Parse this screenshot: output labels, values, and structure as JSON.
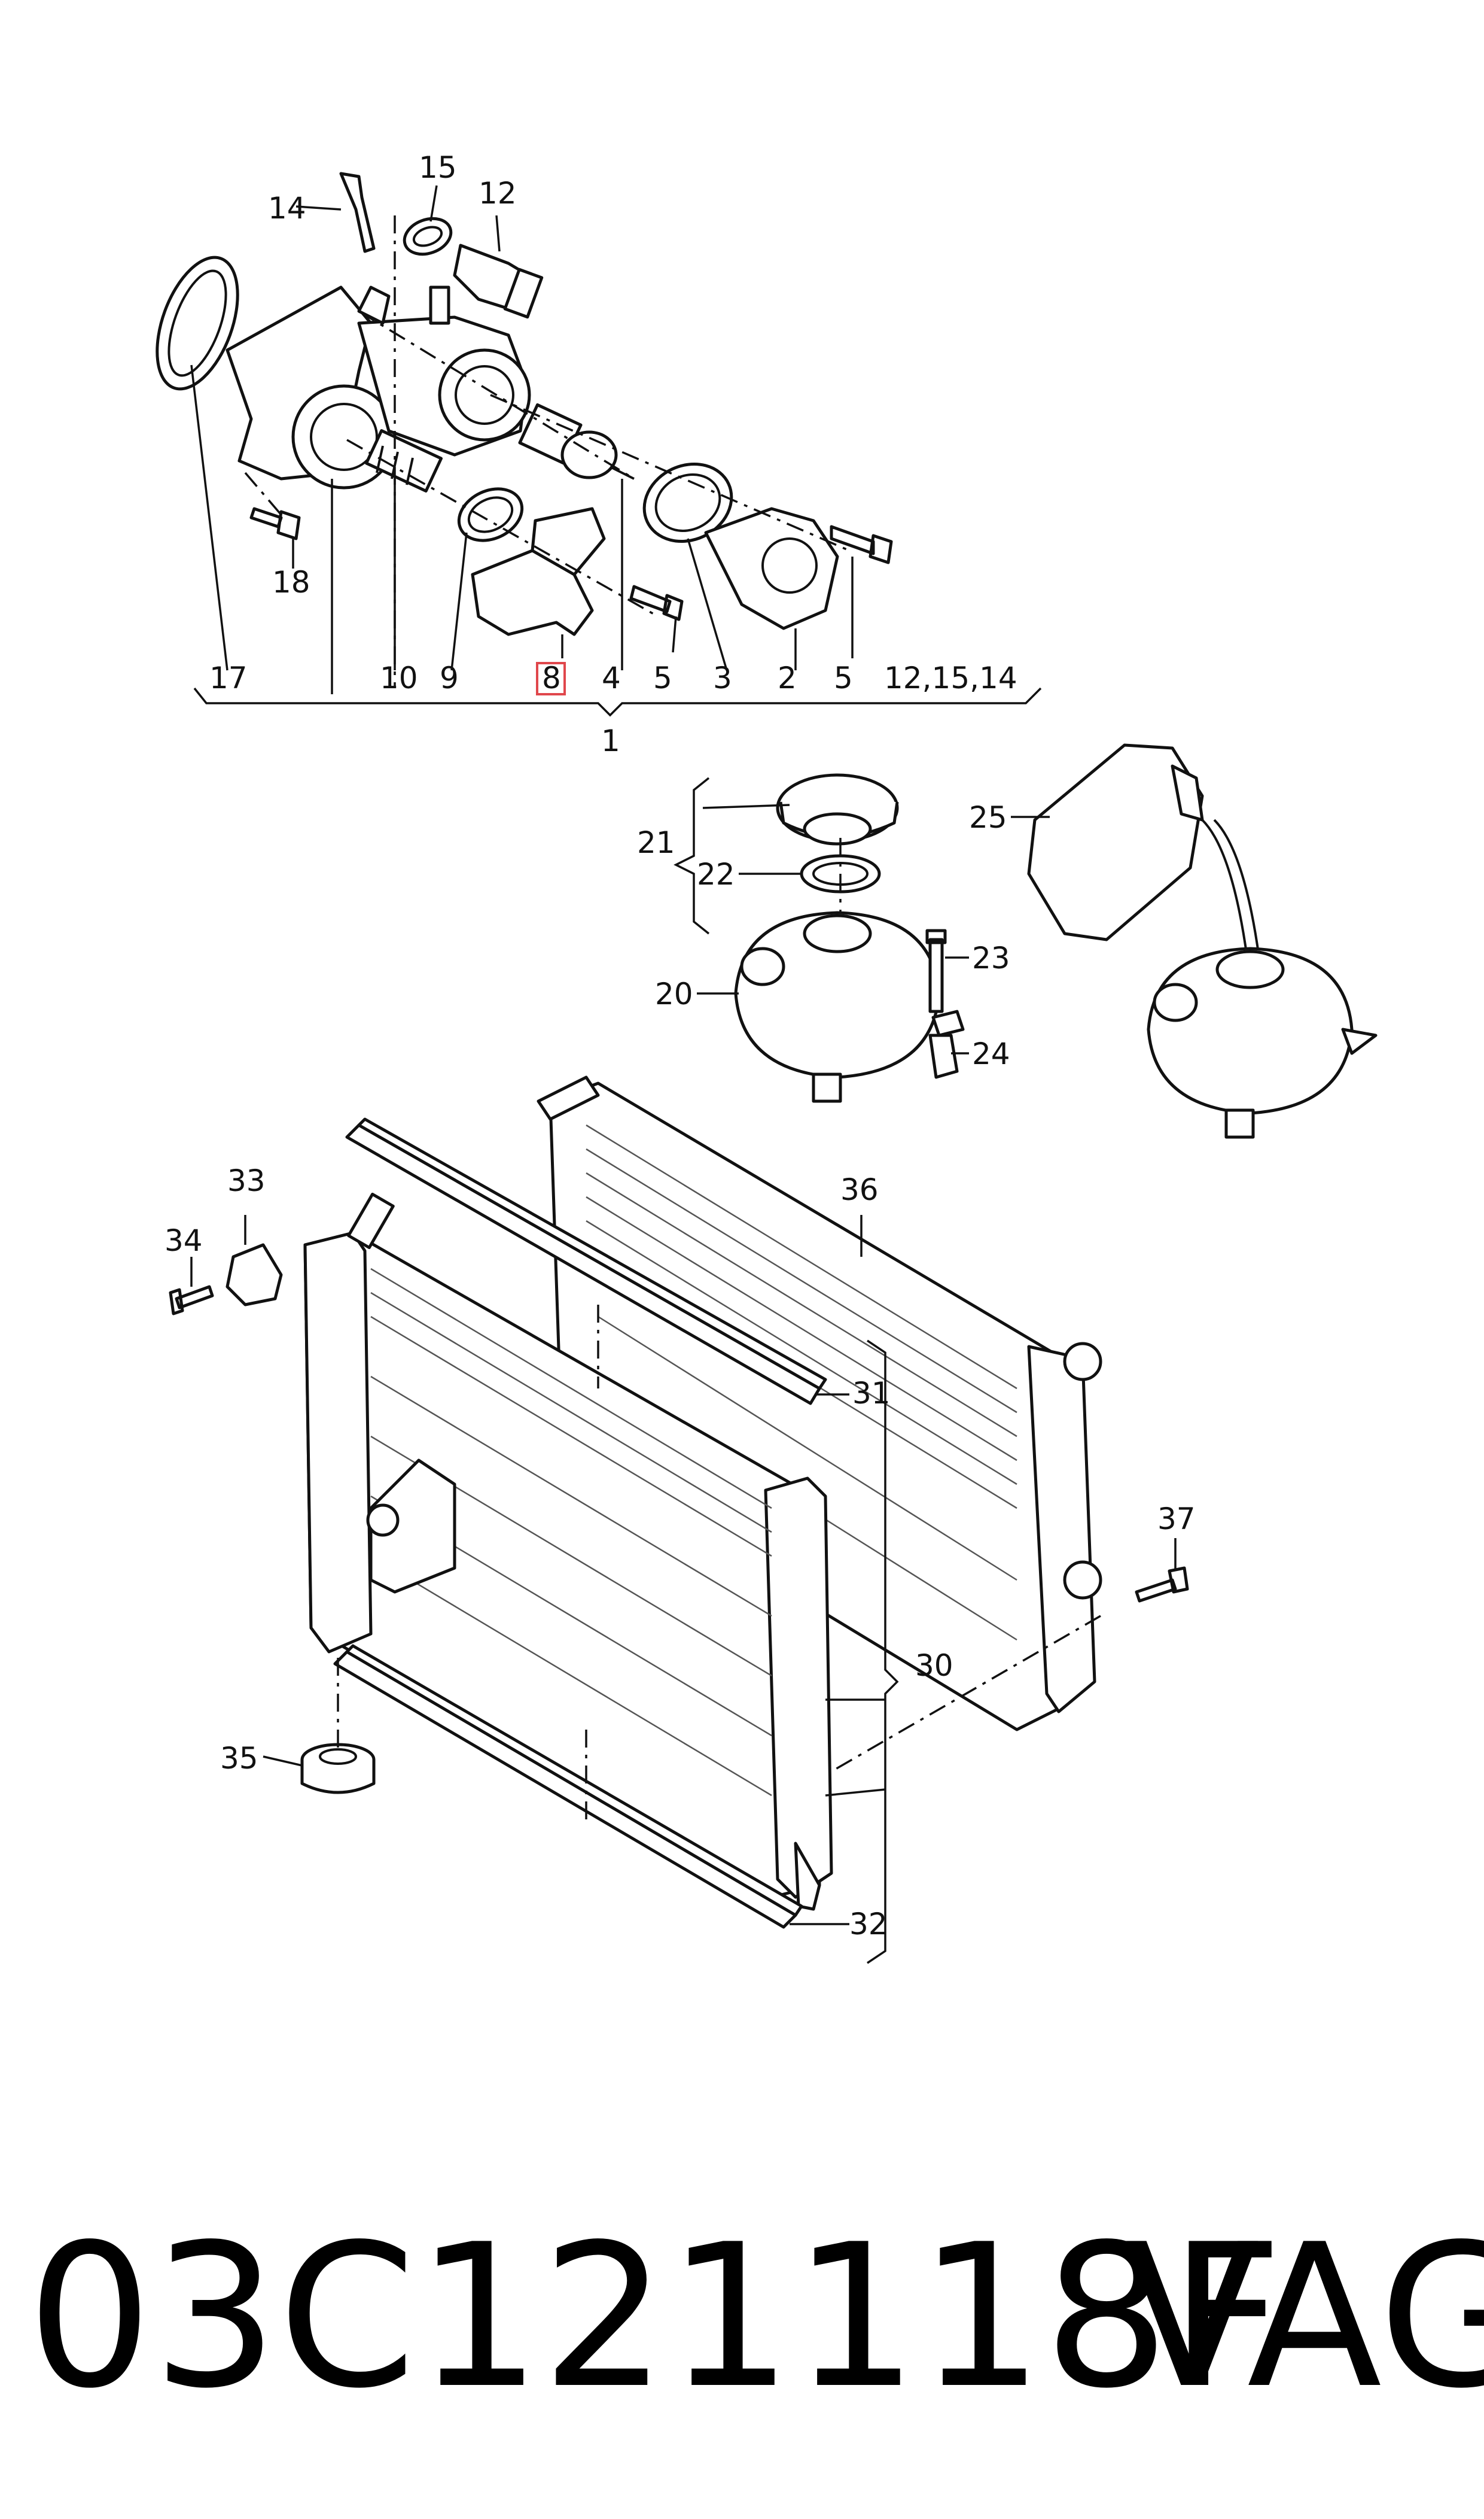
{
  "callouts": {
    "c1": "1",
    "c2": "2",
    "c3": "3",
    "c4": "4",
    "c5a": "5",
    "c5b": "5",
    "c8": "8",
    "c9": "9",
    "c10": "10",
    "c12": "12",
    "c14": "14",
    "c15": "15",
    "c17": "17",
    "c18": "18",
    "c121514": "12,15,14",
    "c20": "20",
    "c21": "21",
    "c22": "22",
    "c23": "23",
    "c24": "24",
    "c25": "25",
    "c30": "30",
    "c31": "31",
    "c32": "32",
    "c33": "33",
    "c34": "34",
    "c35": "35",
    "c36": "36",
    "c37": "37"
  },
  "highlight": {
    "callout": "8",
    "color": "#e0474c"
  },
  "footer": {
    "part_number": "03C121118F",
    "brand": "VAG"
  }
}
